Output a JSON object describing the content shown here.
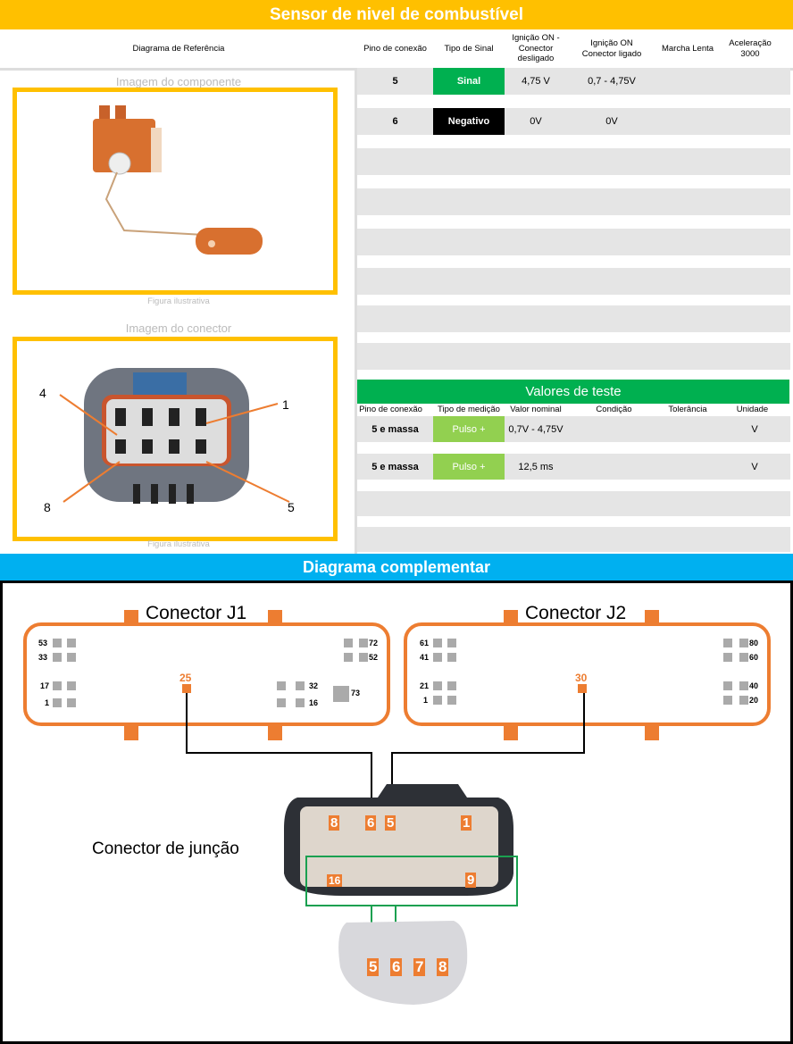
{
  "title": "Sensor de nivel de combustível",
  "header": {
    "diagram": "Diagrama de Referência",
    "pin": "Pino de conexão",
    "signal_type": "Tipo de Sinal",
    "ign_off": "Ignição ON - Conector desligado",
    "ign_on": "Ignição ON Conector ligado",
    "idle": "Marcha Lenta",
    "accel": "Aceleração 3000"
  },
  "left": {
    "component_caption": "Imagem do componente",
    "connector_caption": "Imagem do conector",
    "figure_note": "Figura ilustrativa",
    "connector_pins": [
      "4",
      "1",
      "8",
      "5"
    ]
  },
  "pin_rows": [
    {
      "pin": "5",
      "type": "Sinal",
      "type_color": "#00B050",
      "ign_off": "4,75 V",
      "ign_on": "0,7 - 4,75V",
      "idle": "",
      "accel": ""
    },
    {
      "pin": "6",
      "type": "Negativo",
      "type_color": "#000000",
      "ign_off": "0V",
      "ign_on": "0V",
      "idle": "",
      "accel": ""
    }
  ],
  "test_values": {
    "title": "Valores de teste",
    "headers": {
      "pin": "Pino de conexão",
      "measure": "Tipo de medição",
      "nominal": "Valor nominal",
      "condition": "Condição",
      "tolerance": "Tolerância",
      "unit": "Unidade"
    },
    "rows": [
      {
        "pin": "5 e massa",
        "measure": "Pulso +",
        "nominal": "0,7V - 4,75V",
        "condition": "",
        "tolerance": "",
        "unit": "V"
      },
      {
        "pin": "5 e massa",
        "measure": "Pulso +",
        "nominal": "12,5 ms",
        "condition": "",
        "tolerance": "",
        "unit": "V"
      }
    ]
  },
  "complementary": {
    "title": "Diagrama complementar",
    "j1": {
      "label": "Conector J1",
      "pins": [
        "53",
        "33",
        "17",
        "1",
        "72",
        "52",
        "32",
        "16",
        "73"
      ],
      "highlight": "25"
    },
    "j2": {
      "label": "Conector J2",
      "pins": [
        "61",
        "41",
        "21",
        "1",
        "80",
        "60",
        "40",
        "20"
      ],
      "highlight": "30"
    },
    "junction": {
      "label": "Conector de junção",
      "pins": [
        "8",
        "6",
        "5",
        "1",
        "16",
        "9"
      ]
    },
    "sensor_pins": [
      "5",
      "6",
      "7",
      "8"
    ]
  },
  "colors": {
    "yellow": "#FFC000",
    "green": "#00B050",
    "light_green": "#92D050",
    "blue": "#00B0F0",
    "orange": "#ED7D31"
  }
}
